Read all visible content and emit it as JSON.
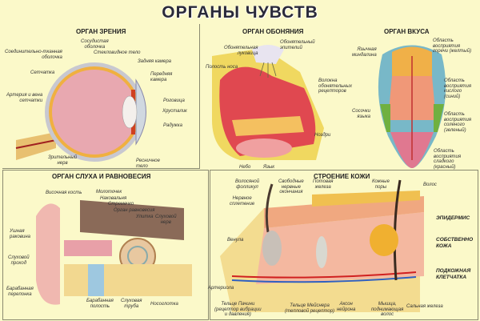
{
  "title": "ОРГАНЫ ЧУВСТВ",
  "eye": {
    "title": "ОРГАН ЗРЕНИЯ",
    "labels": [
      "Соединительно-тканная\nоболочка",
      "Сосудистая\nоболочка",
      "Стекловидное тело",
      "Задняя камера",
      "Передняя\nкамера",
      "Сетчатка",
      "Артерия и вена\nсетчатки",
      "Роговица",
      "Хрусталик",
      "Радужка",
      "Зрительный\nнерв",
      "Ресничное\nтело"
    ]
  },
  "smell": {
    "title": "ОРГАН ОБОНЯНИЯ",
    "labels": [
      "Обонятельная\nлуковица",
      "Обонятельный\nэпителий",
      "Полость носа",
      "Волокна\nобонятельных\nрецепторов",
      "Ноздри",
      "Небо",
      "Язык"
    ]
  },
  "taste": {
    "title": "ОРГАН ВКУСА",
    "labels": [
      "Язычная\nминдалина",
      "Область\nвосприятия\nгоречи (желтый)",
      "Область\nвосприятия\nкислого\n(синий)",
      "Сосочки\nязыка",
      "Область\nвосприятия\nсоленого\n(зеленый)",
      "Область\nвосприятия\nсладкого\n(красный)"
    ]
  },
  "ear": {
    "title": "ОРГАН СЛУХА И РАВНОВЕСИЯ",
    "labels": [
      "Височная кость",
      "Молоточек",
      "Наковальня",
      "Стремечко",
      "Орган равновесия",
      "Улитка",
      "Слуховой\nнерв",
      "Ушная\nраковина",
      "Слуховой\nпроход",
      "Барабанная\nперепонка",
      "Барабанная\nполость",
      "Слуховая\nтруба",
      "Носоглотка"
    ]
  },
  "skin": {
    "title": "СТРОЕНИЕ КОЖИ",
    "labels": [
      "Волосяной\nфолликул",
      "Нервное\nсплетение",
      "Свободные\nнервные\nокончания",
      "Потовая\nжелеза",
      "Кожные\nпоры",
      "Волос",
      "Венула",
      "Артериола",
      "Тельце Пачини\n(рецептор вибрации\nи давления)",
      "Тельце Мейснера\n(тепловой рецептор)",
      "Аксон\nнейрона",
      "Мышца,\nподнимающая\nволос",
      "Сальная железа"
    ],
    "layers": [
      "ЭПИДЕРМИС",
      "СОБСТВЕННО\nКОЖА",
      "ПОДКОЖНАЯ\nКЛЕТЧАТКА"
    ]
  }
}
